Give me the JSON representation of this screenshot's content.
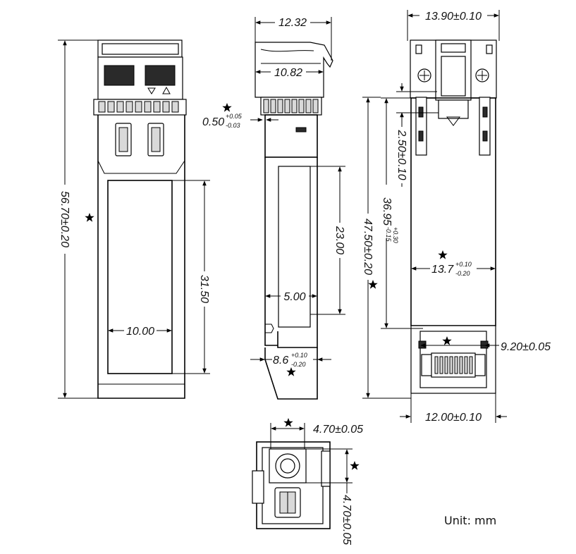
{
  "front_view": {
    "overall_length": "56.70±0.20",
    "label_length": "31.50",
    "label_width": "10.00"
  },
  "side_view": {
    "top_width": "12.32",
    "latch_width": "10.82",
    "step_base": "0.50",
    "step_upper": "+0.05",
    "step_lower": "-0.03",
    "label_length": "23.00",
    "label_offset": "5.00",
    "tail_base": "8.6",
    "tail_upper": "+0.10",
    "tail_lower": "-0.20"
  },
  "rear_view": {
    "top_width": "13.90±0.10",
    "latch_offset": "2.50±0.10",
    "cage_base": "36.95",
    "cage_upper": "+0.30",
    "cage_lower": "-0.15",
    "body_length": "47.50±0.20",
    "mid_base": "13.7",
    "mid_upper": "+0.10",
    "mid_lower": "-0.20",
    "connector_height": "9.20±0.05",
    "bottom_width": "12.00±0.10"
  },
  "end_view": {
    "port_width": "4.70±0.05",
    "port_height": "4.70±0.05"
  },
  "unit_label": "Unit:  mm",
  "colors": {
    "line": "#000000",
    "fill_dark": "#2a2a2a",
    "background": "#ffffff"
  }
}
